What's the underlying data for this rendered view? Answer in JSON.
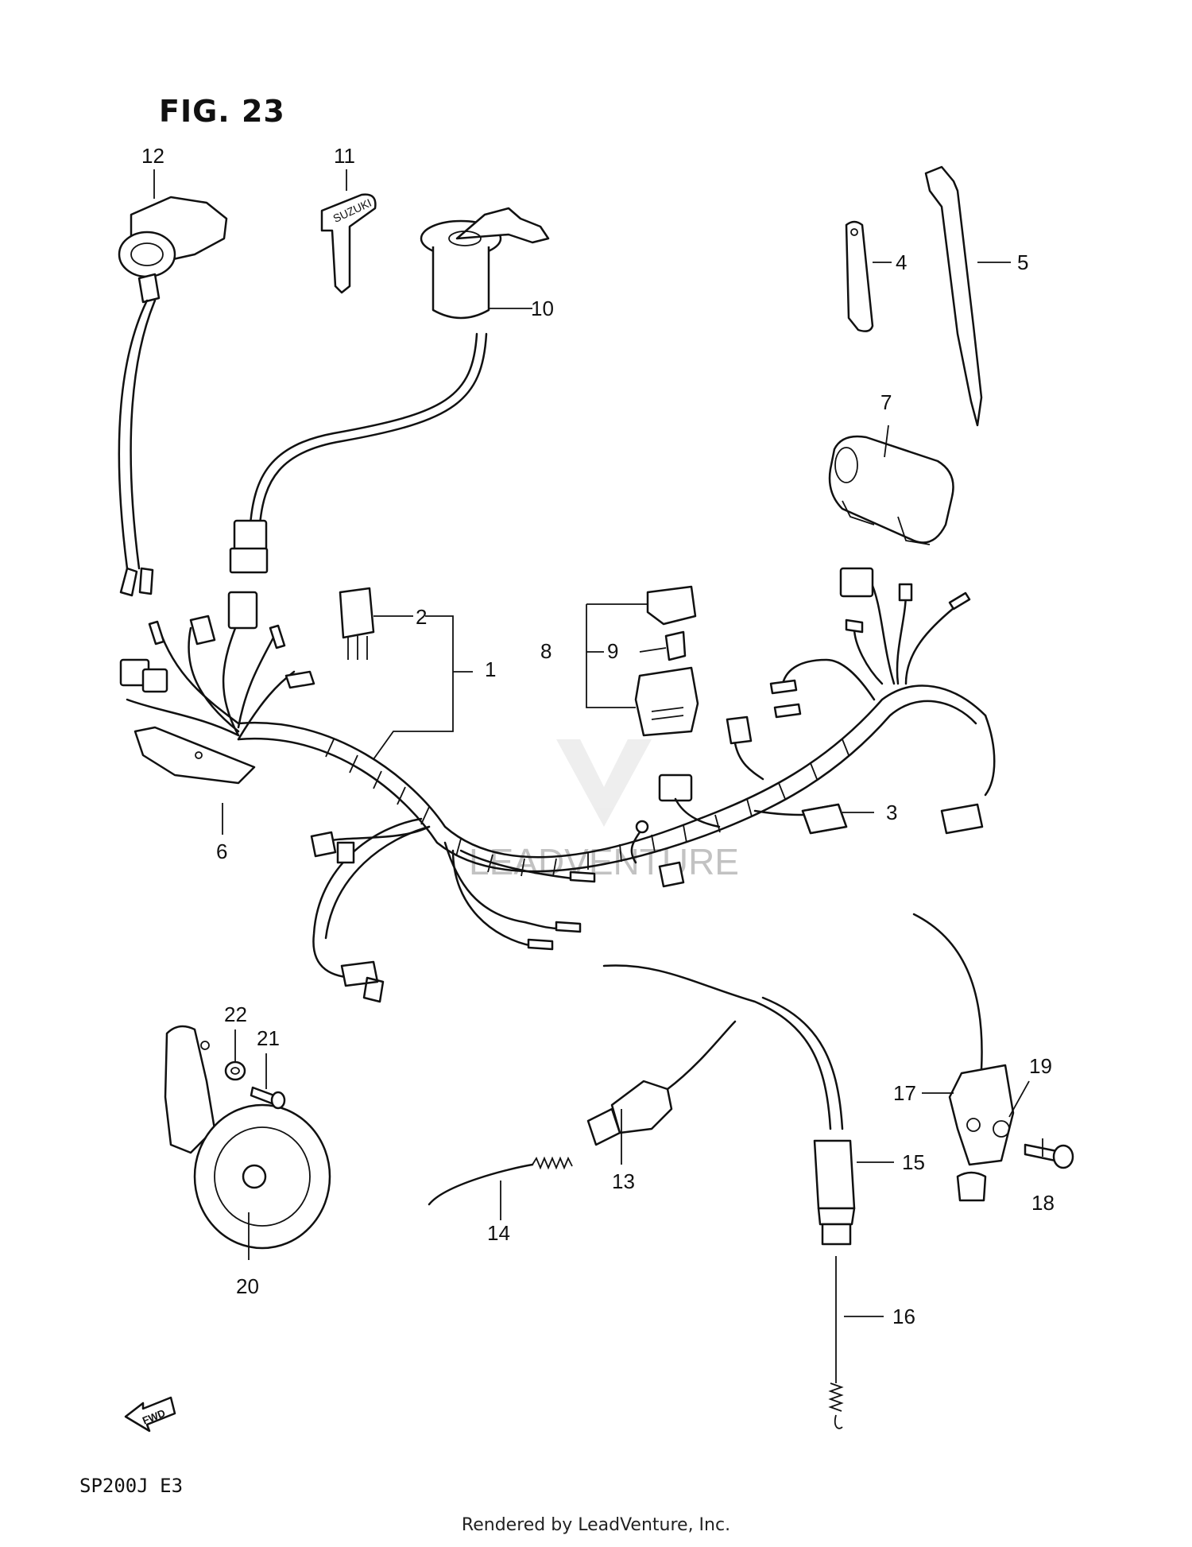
{
  "figure": {
    "title": "FIG. 23",
    "model": "SP200J  E3",
    "footer": "Rendered by LeadVenture, Inc."
  },
  "key_text": "SUZUKI",
  "fwd_label": "FWD",
  "watermark": "LEADVENTURE",
  "callouts": {
    "c1": "1",
    "c2": "2",
    "c3": "3",
    "c4": "4",
    "c5": "5",
    "c6": "6",
    "c7": "7",
    "c8": "8",
    "c9": "9",
    "c10": "10",
    "c11": "11",
    "c12": "12",
    "c13": "13",
    "c14": "14",
    "c15": "15",
    "c16": "16",
    "c17": "17",
    "c18": "18",
    "c19": "19",
    "c20": "20",
    "c21": "21",
    "c22": "22"
  },
  "colors": {
    "ink": "#111111",
    "paper": "#ffffff",
    "watermark": "#e6e6e6"
  }
}
